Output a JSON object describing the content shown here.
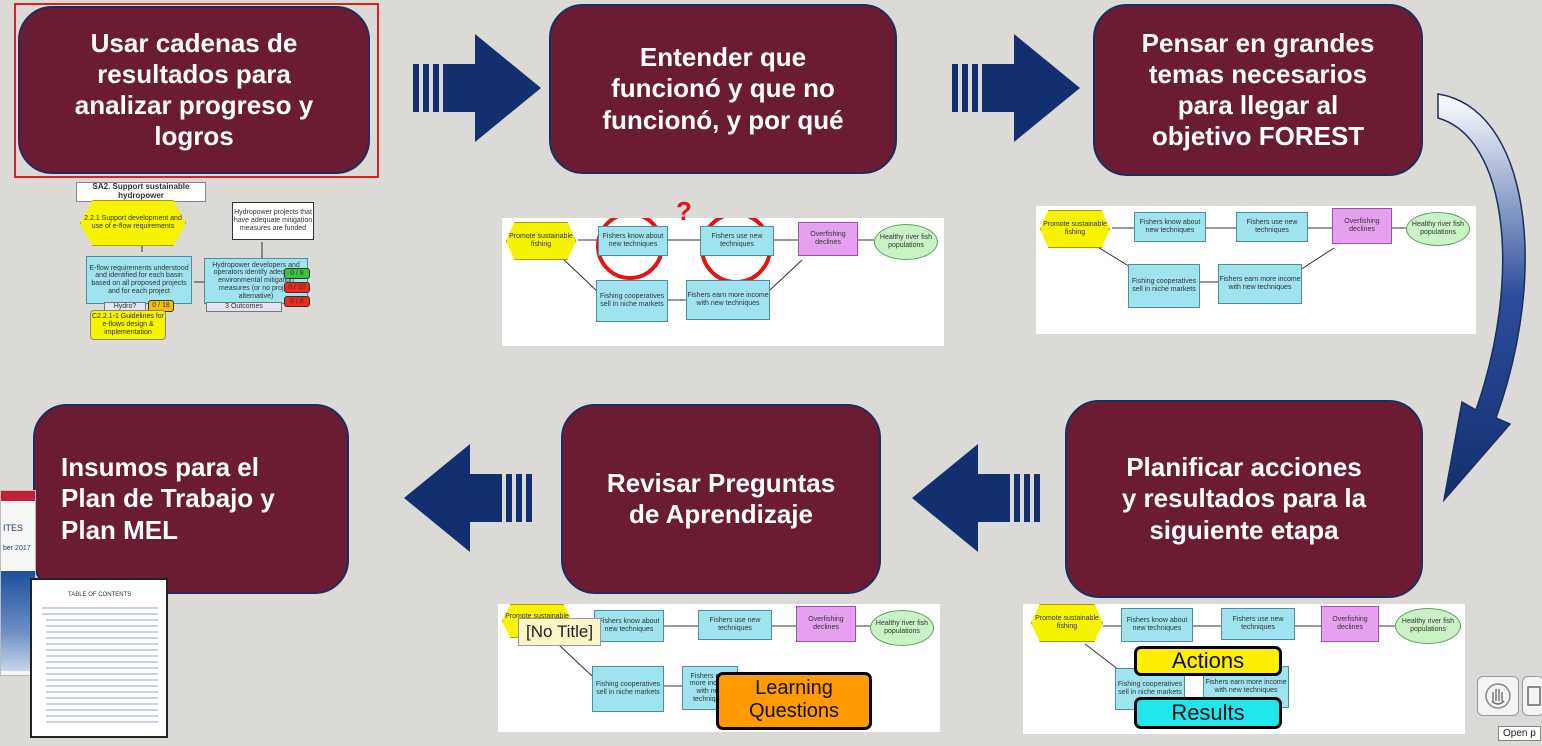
{
  "steps": [
    {
      "text": "Usar cadenas de\nresultados para\nanalizar progreso y\nlogros"
    },
    {
      "text": "Entender que\nfuncionó y que no\nfuncionó, y por qué"
    },
    {
      "text": "Pensar en grandes\ntemas necesarios\npara llegar al\nobjetivo FOREST"
    },
    {
      "text": "Planificar acciones\ny resultados para la\nsiguiente etapa"
    },
    {
      "text": "Revisar Preguntas\nde Aprendizaje"
    },
    {
      "text": "Insumos para el\nPlan de Trabajo y\nPlan MEL"
    }
  ],
  "chain": {
    "promote": "Promote sustainable fishing",
    "fishers_know": "Fishers know about new techniques",
    "fishers_use": "Fishers use new techniques",
    "overfishing": "Overfishing declines",
    "healthy": "Healthy river fish populations",
    "cooperatives": "Fishing cooperatives sell in niche markets",
    "earn_more": "Fishers earn more income with new techniques"
  },
  "hydro": {
    "title": "SA2. Support sustainable hydropower",
    "yellow_node": "2.2.1 Support development and use of e-flow requirements",
    "top_right": "Hydropower projects that have adequate mitigation measures are funded",
    "left_node": "E-flow requirements understood and identified for each basin based on all proposed projects and for each project",
    "right_node": "Hydropower developers and operators identify adequate environmental mitigation measures (or no project alternative)",
    "guidelines": "C2.2.1-1 Guidelines for e-flows design & implementation",
    "outcomes": "3 Outcomes",
    "hydro": "Hydro?",
    "score_yellow": "0 / 18",
    "score_green": "0 / 8",
    "score_red1": "0 / 10",
    "score_red2": "0 / 8"
  },
  "question_mark": "?",
  "no_title": "[No Title]",
  "actions_label": "Actions",
  "results_label": "Results",
  "learning_label": "Learning\nQuestions",
  "doc": {
    "title": "ITES",
    "date": "ber 2017",
    "toc": "TABLE OF CONTENTS"
  },
  "open_tip": "Open p",
  "colors": {
    "step_fill": "#6b1c33",
    "step_border": "#1a2f5c",
    "arrow": "#123070",
    "highlight": "#e02020",
    "rect_node": "#9fe3ef",
    "purple_node": "#e7a0f0",
    "green_node": "#c9f2c5",
    "yellow_node": "#f7f200",
    "actions_fill": "#ffee00",
    "results_fill": "#22e6ee",
    "learning_fill": "#ff9a00"
  },
  "icons": [
    "hand-icon",
    "page-icon"
  ]
}
